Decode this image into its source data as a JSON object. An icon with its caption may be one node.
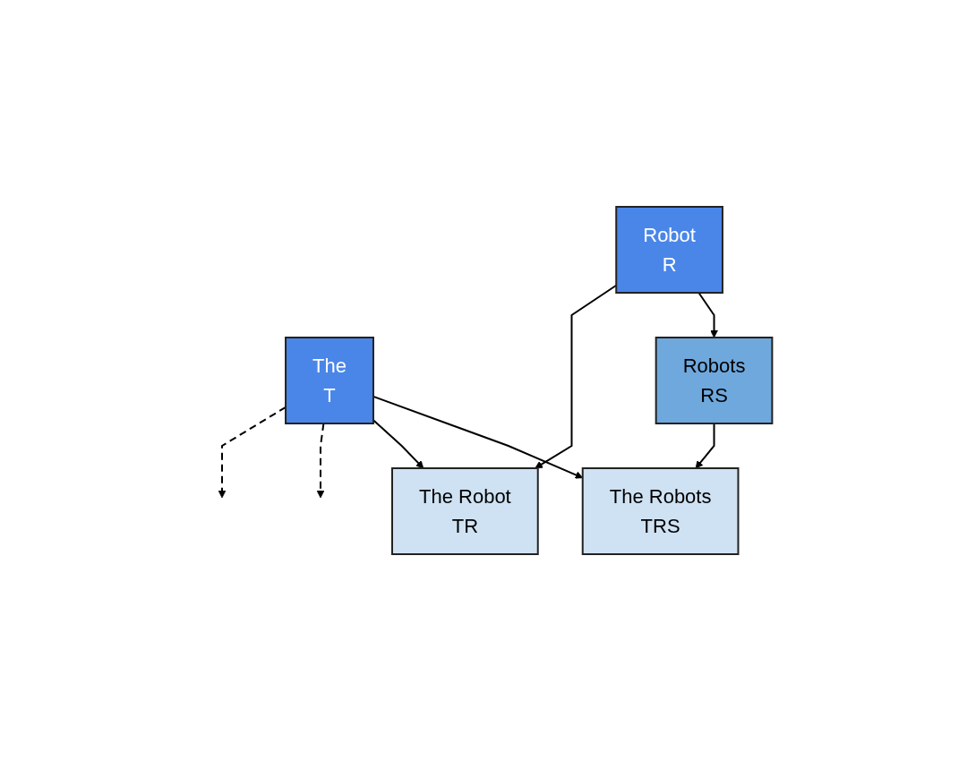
{
  "diagram": {
    "nodes": [
      {
        "text": [
          "The",
          "T"
        ]
      },
      {
        "text": [
          "Robot",
          "R"
        ]
      },
      {
        "text": [
          "Robots",
          "RS"
        ]
      },
      {
        "text": [
          "The Robot",
          "TR"
        ]
      },
      {
        "text": [
          "The Robots",
          "TRS"
        ]
      }
    ],
    "edges": [
      {
        "from": 0,
        "to": null,
        "arrow": "to",
        "style": "dashed"
      },
      {
        "from": 0,
        "to": null,
        "arrow": "to",
        "style": "dashed"
      },
      {
        "from": 0,
        "to": 3,
        "arrow": "to"
      },
      {
        "from": 0,
        "to": 4,
        "arrow": "to"
      },
      {
        "from": 1,
        "to": 3,
        "arrow": "to"
      },
      {
        "from": 1,
        "to": 2,
        "arrow": "to"
      },
      {
        "from": 2,
        "to": 4,
        "arrow": "to"
      }
    ]
  }
}
